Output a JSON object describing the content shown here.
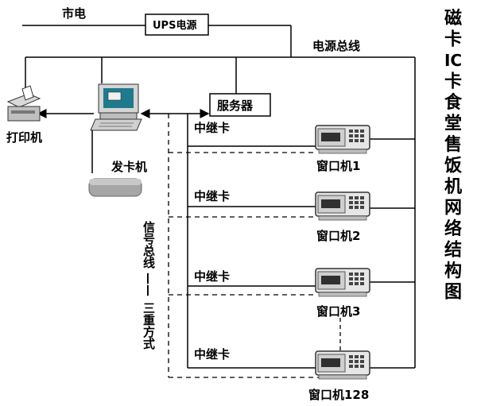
{
  "labels": {
    "mains": "市电",
    "ups": "UPS电源",
    "power_bus": "电源总线",
    "server": "服务器",
    "printer": "打印机",
    "card_issuer": "发卡机",
    "repeater_1": "中继卡",
    "repeater_2": "中继卡",
    "repeater_3": "中继卡",
    "repeater_4": "中继卡",
    "terminal_1": "窗口机1",
    "terminal_2": "窗口机2",
    "terminal_3": "窗口机3",
    "terminal_4": "窗口机128",
    "signal_bus": "信号总线",
    "signal_dash": "——",
    "triple_mode": "三重方式"
  },
  "title": {
    "lines": [
      "磁",
      "卡",
      "IC",
      "卡",
      "食",
      "堂",
      "售",
      "饭",
      "机",
      "网",
      "络",
      "结",
      "构",
      "图"
    ]
  }
}
